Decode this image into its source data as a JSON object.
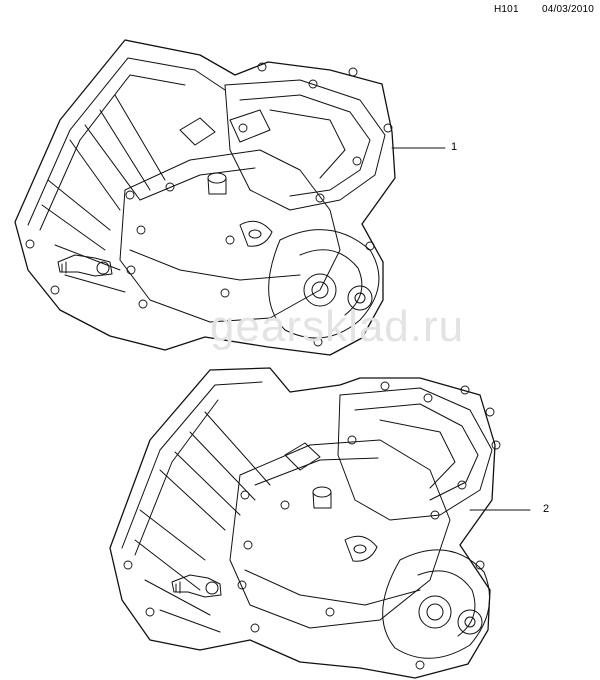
{
  "header": {
    "code": "H101",
    "date": "04/03/2010"
  },
  "callouts": [
    "1",
    "2"
  ],
  "watermark": "gearsklad.ru"
}
